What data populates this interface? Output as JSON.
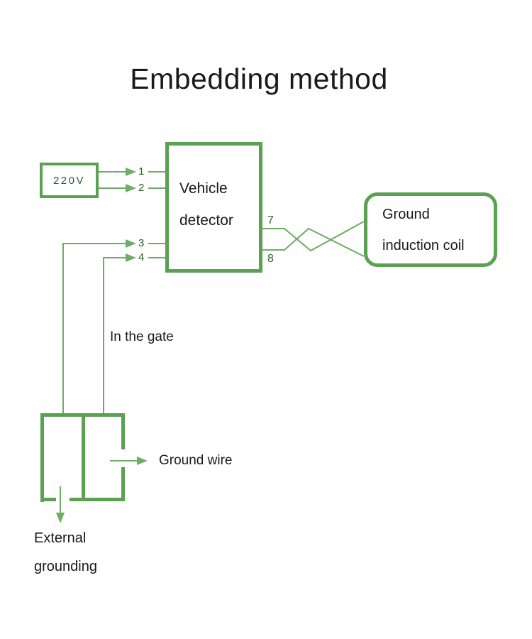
{
  "title": "Embedding method",
  "colors": {
    "line_green": "#6cae63",
    "border_green": "#5ba053",
    "dark_green_text": "#2d5e2d",
    "text_black": "#1a1a1a"
  },
  "nodes": {
    "power": {
      "label": "220V"
    },
    "detector": {
      "line1": "Vehicle",
      "line2": "detector"
    },
    "coil": {
      "line1": "Ground",
      "line2": "induction coil"
    }
  },
  "pins": {
    "p1": "1",
    "p2": "2",
    "p3": "3",
    "p4": "4",
    "p7": "7",
    "p8": "8"
  },
  "labels": {
    "in_the_gate": "In the gate",
    "ground_wire": "Ground wire",
    "external_grounding_line1": "External",
    "external_grounding_line2": "grounding"
  }
}
